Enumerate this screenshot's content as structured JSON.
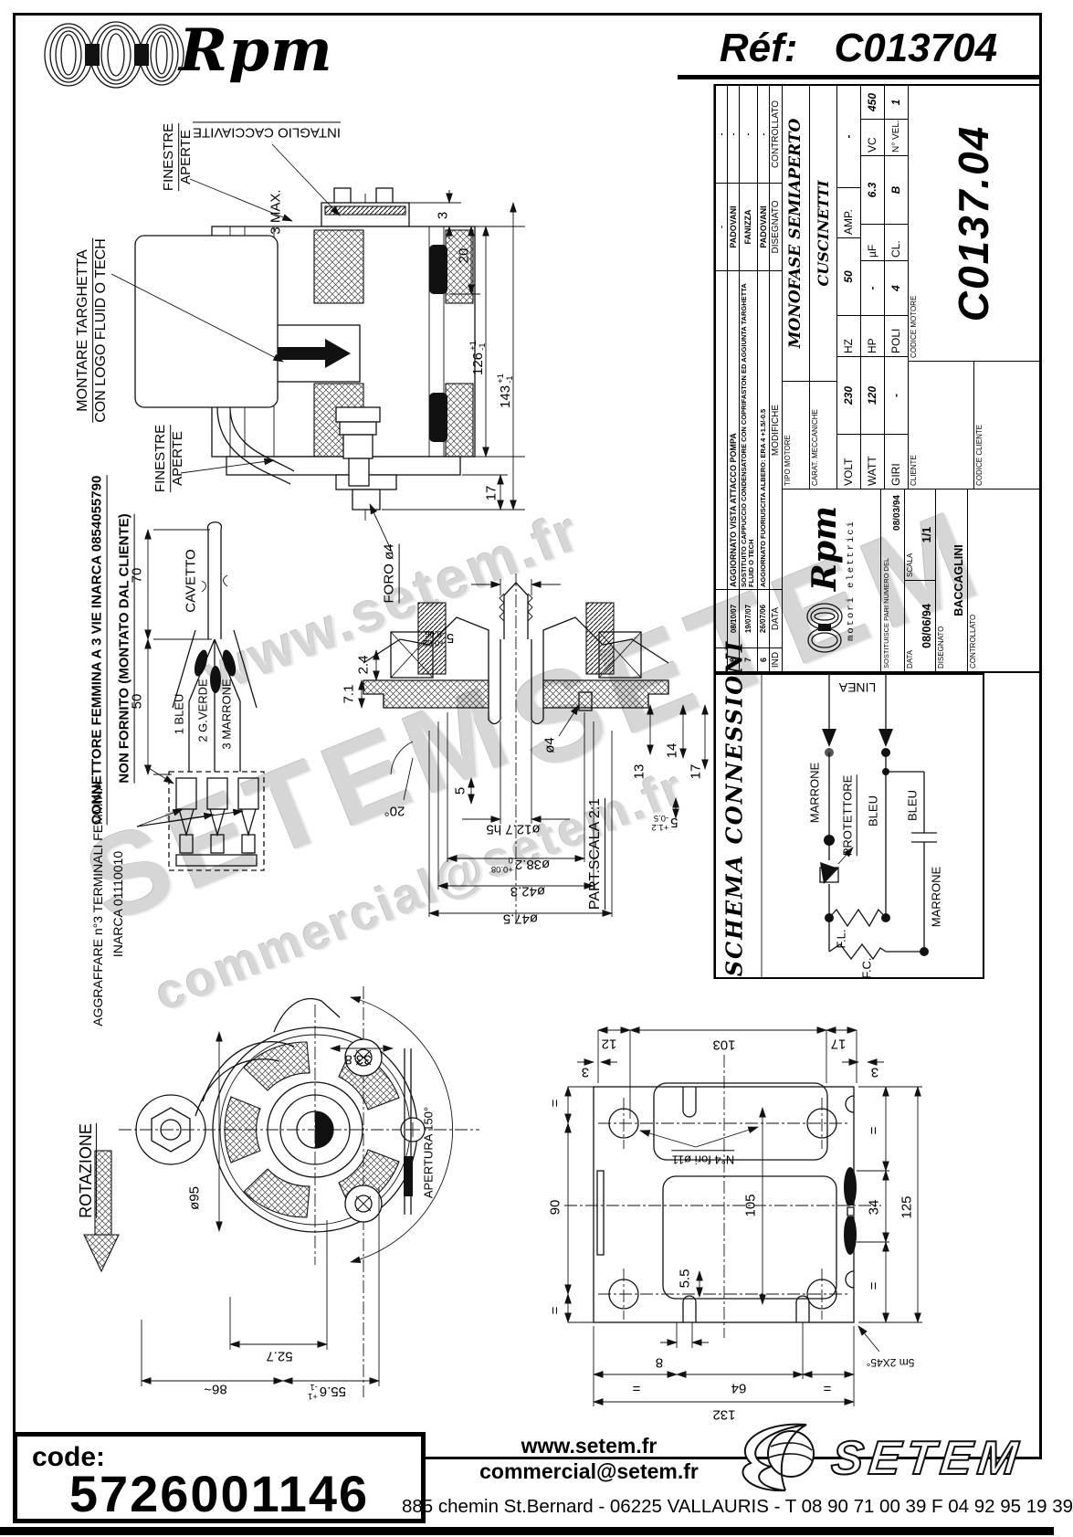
{
  "header": {
    "brand": "Rpm",
    "ref_label": "Réf:",
    "ref_value": "C013704"
  },
  "title_block": {
    "revisions": {
      "header": {
        "ind": "IND",
        "data": "DATA",
        "modifiche": "MODIFICHE",
        "disegnato": "DISEGNATO",
        "controllato": "CONTROLLATO"
      },
      "rows": [
        {
          "ind": "",
          "data": "",
          "text": "",
          "disegnato": "-",
          "controllato": "-"
        },
        {
          "ind": "8",
          "data": "08/10/07",
          "text": "AGGIORNATO VISTA ATTACCO POMPA",
          "disegnato": "PADOVANI",
          "controllato": "-"
        },
        {
          "ind": "7",
          "data": "19/07/07",
          "text": "SOSTITUITO CAPPUCCIO CONDENSATORE CON COPRIFASTON ED AGGIUNTA TARGHETTA FLUID O TECH",
          "disegnato": "FANIZZA",
          "controllato": "-"
        },
        {
          "ind": "6",
          "data": "26/07/06",
          "text": "AGGIORNATO FUORIUSCITA ALBERO: ERA 4 +1.5/-0.5",
          "disegnato": "PADOVANI",
          "controllato": "-"
        }
      ]
    },
    "logo": {
      "text": "Rpm",
      "subtext": "motori elettrici"
    },
    "sostituisce_label": "SOSTITUISCE PARI NUMERO DEL",
    "sostituisce_value": "08/03/94",
    "data_label": "DATA",
    "data_value": "08/06/94",
    "scala_label": "SCALA",
    "scala_value": "1/1",
    "disegnato_label": "DISEGNATO",
    "disegnato_value": "BACCAGLINI",
    "controllato_label": "CONTROLLATO",
    "controllato_value": "",
    "tipo_motore_label": "TIPO MOTORE",
    "tipo_motore_value": "MONOFASE SEMIAPERTO",
    "carat_label": "CARAT. MECCANICHE",
    "carat_value": "CUSCINETTI",
    "volt_label": "VOLT",
    "volt_value": "230",
    "hz_label": "HZ",
    "hz_value": "50",
    "amp_label": "AMP.",
    "amp_value": "-",
    "watt_label": "WATT",
    "watt_value": "120",
    "hp_label": "HP",
    "hp_value": "-",
    "uf_label": "µF",
    "uf_value": "6.3",
    "vc_label": "VC",
    "vc_value": "450",
    "giri_label": "GIRI",
    "giri_value": "-",
    "poli_label": "POLI",
    "poli_value": "4",
    "cl_label": "CL.",
    "cl_value": "B",
    "nvel_label": "N° VEL.",
    "nvel_value": "1",
    "cliente_label": "CLIENTE",
    "codice_cliente_label": "CODICE CLIENTE",
    "codice_motore_label": "CODICE MOTORE",
    "codice_motore_value": "C0137.04"
  },
  "schema": {
    "title": "SCHEMA CONNESSIONI",
    "linea": "LINEA",
    "marrone_1": "MARRONE",
    "protettore": "PROTETTORE",
    "bleu_1": "BLEU",
    "bleu_2": "BLEU",
    "marrone_2": "MARRONE",
    "fl": "F.L.",
    "fc": "F.C."
  },
  "side_view": {
    "finestre_line1": "FINESTRE",
    "finestre_line2": "APERTE",
    "intaglio": "INTAGLIO CACCIAVITE",
    "max3": "3 MAX.",
    "montare_line1": "MONTARE TARGHETTA",
    "montare_line2": "CON LOGO FLUID O TECH",
    "dim_3": "3",
    "dim_20": "20",
    "dim_126": "126",
    "dim_126_plus": "+1",
    "dim_126_minus": "-1",
    "dim_143": "143",
    "dim_143_plus": "+1",
    "dim_143_minus": "-1",
    "dim_17": "17",
    "foro": "FORO ø4"
  },
  "connector": {
    "title_line1": "CONNETTORE FEMMINA A 3 VIE INARCA 0854055790",
    "title_line2": "NON FORNITO (MONTATO DAL CLIENTE)",
    "cavetto": "CAVETTO",
    "dim_70": "70",
    "dim_50": "50",
    "wire_1": "1 BLEU",
    "wire_2": "2 G.VERDE",
    "wire_3": "3 MARRONE",
    "aggraffare_line1": "AGGRAFFARE n°3 TERMINALI FEMMINA",
    "aggraffare_line2": "INARCA 01110010"
  },
  "section_view": {
    "title": "PART.SCALA 2:1",
    "dim_5_main": "5",
    "dim_5_plus": "+0.02",
    "dim_5_minus": "-0.06",
    "dim_2_4": "2.4",
    "dim_7_1": "7.1",
    "angle_20": "20°",
    "dim_5b": "5",
    "dim_o4": "ø4",
    "dim_13": "13",
    "dim_14": "14",
    "dim_17": "17",
    "dim_5c_main": "5",
    "dim_5c_plus": "+1.2",
    "dim_5c_minus": "-0.5",
    "dim_o12_7": "ø12.7 h5",
    "dim_o38_2_main": "ø38.2",
    "dim_o38_2_plus": "+0.08",
    "dim_o38_2_minus": "0",
    "dim_o42_3": "ø42.3",
    "dim_o47_5": "ø47.5"
  },
  "front_view": {
    "rotazione": "ROTAZIONE",
    "dim_o95": "ø95",
    "dim_33_8": "33.8",
    "apertura": "APERTURA 150°",
    "dim_52_7": "52.7",
    "dim_86": "86~",
    "dim_55_6_main": "55.6",
    "dim_55_6_plus": "+1",
    "dim_55_6_minus": "-1"
  },
  "plate_view": {
    "dim_12": "12",
    "dim_103": "103",
    "dim_17": "17",
    "dim_3_left": "3",
    "dim_3_right": "3",
    "dim_90": "90",
    "dim_105": "105",
    "fori_note": "N°4 fori ø11",
    "dim_5_5": "5.5",
    "dim_8": "8",
    "dim_64": "64",
    "dim_132": "132",
    "dim_34": "34",
    "dim_125": "125",
    "chamfer_note": "5m 2X45°",
    "eq": "="
  },
  "watermarks": {
    "w1": "www.setem.fr",
    "w2": "SETEM",
    "w3": "commercial@setem.fr",
    "w4": "SETEM"
  },
  "footer": {
    "code_label": "code:",
    "code_value": "5726001146",
    "site": "www.setem.fr",
    "email": "commercial@setem.fr",
    "address": "885 chemin St.Bernard  -  06225 VALLAURIS  -  T 08 90 71 00 39   F 04 92 95 19 39",
    "setem_logo_text": "SETEM"
  }
}
